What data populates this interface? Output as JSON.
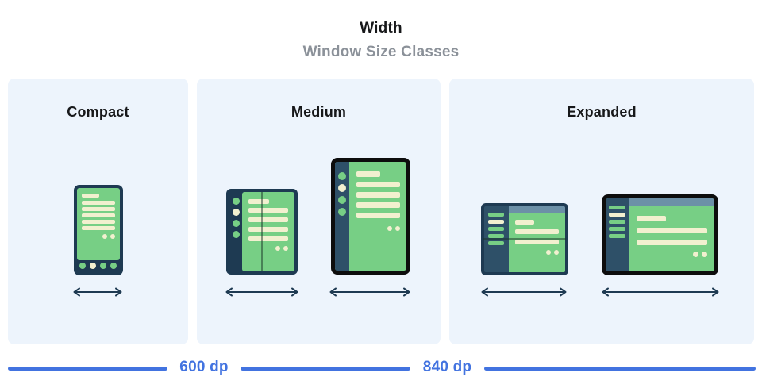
{
  "header": {
    "title": "Width",
    "subtitle": "Window Size Classes"
  },
  "panels": [
    {
      "id": "compact",
      "label": "Compact"
    },
    {
      "id": "medium",
      "label": "Medium"
    },
    {
      "id": "expanded",
      "label": "Expanded"
    }
  ],
  "ruler": {
    "breakpoints": [
      {
        "label": "600 dp"
      },
      {
        "label": "840 dp"
      }
    ]
  },
  "devices": [
    {
      "panel": "compact",
      "type": "phone-portrait"
    },
    {
      "panel": "medium",
      "type": "foldable-portrait"
    },
    {
      "panel": "medium",
      "type": "tablet-portrait"
    },
    {
      "panel": "expanded",
      "type": "foldable-landscape"
    },
    {
      "panel": "expanded",
      "type": "tablet-landscape"
    }
  ],
  "colors": {
    "accent_blue": "#4273e0",
    "panel_background": "#edf4fc",
    "device_frame_navy": "#1e3a52",
    "device_rail_navy": "#2e5068",
    "tablet_frame_black": "#0d0d0d",
    "screen_green": "#77cf85",
    "content_cream": "#f2f0cf",
    "topbar_blue_gray": "#6c90a7",
    "subtitle_gray": "#8b9199",
    "title_black": "#17181a"
  }
}
